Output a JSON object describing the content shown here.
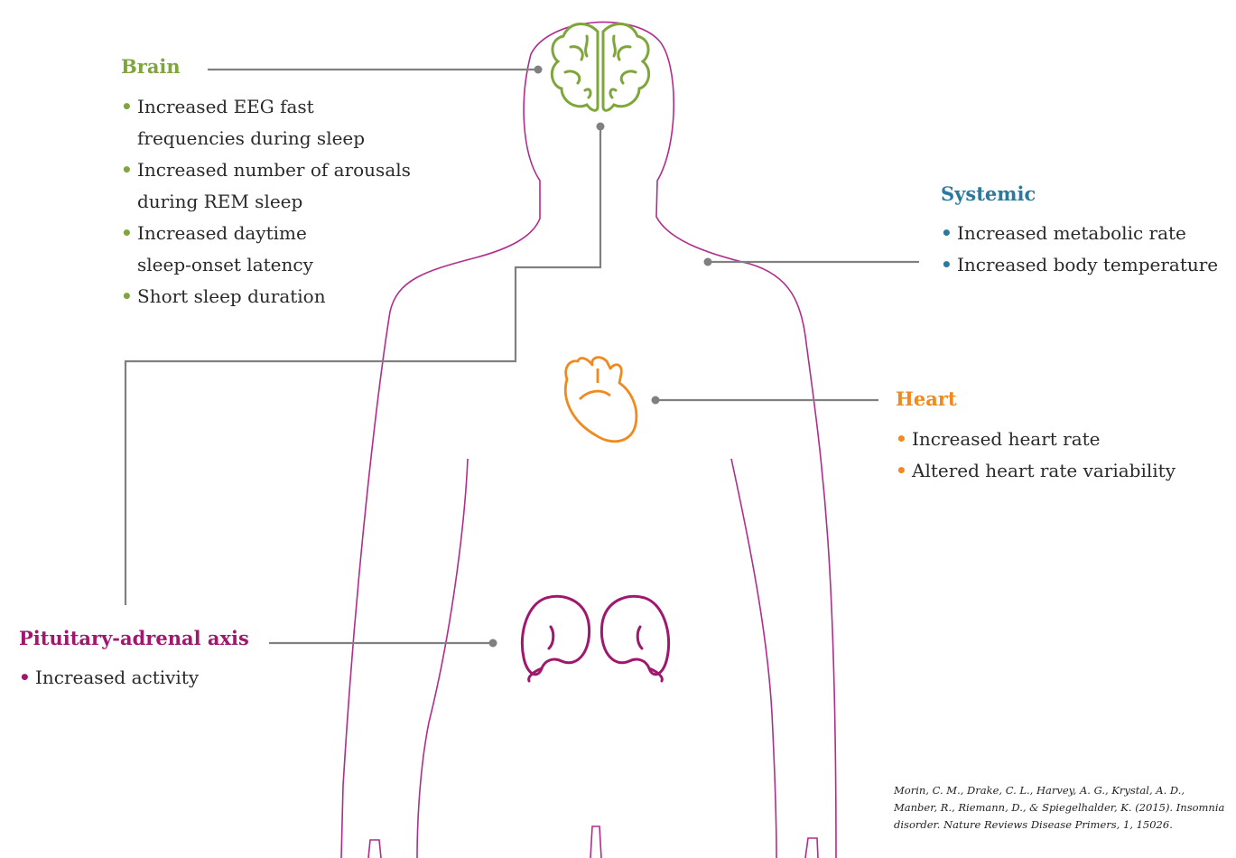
{
  "colors": {
    "body_outline": "#b02d8c",
    "brain": "#7fa63b",
    "systemic": "#2a7a9e",
    "heart": "#f08a1e",
    "pituitary": "#a0186e",
    "connector": "#808080"
  },
  "icons": {
    "brain": "brain-icon",
    "heart": "heart-icon",
    "kidneys": "kidneys-icon"
  },
  "sections": {
    "brain": {
      "title": "Brain",
      "items": [
        "Increased EEG fast\nfrequencies during sleep",
        "Increased number of arousals\nduring REM sleep",
        "Increased daytime\nsleep-onset latency",
        "Short sleep duration"
      ]
    },
    "systemic": {
      "title": "Systemic",
      "items": [
        "Increased metabolic rate",
        "Increased body temperature"
      ]
    },
    "heart": {
      "title": "Heart",
      "items": [
        "Increased heart rate",
        "Altered heart rate variability"
      ]
    },
    "pituitary": {
      "title": "Pituitary-adrenal axis",
      "items": [
        "Increased activity"
      ]
    }
  },
  "citation": "Morin, C. M., Drake, C. L., Harvey, A. G., Krystal, A. D.,\nManber, R., Riemann, D., & Spiegelhalder, K. (2015). Insomnia\ndisorder. Nature Reviews Disease Primers, 1, 15026."
}
